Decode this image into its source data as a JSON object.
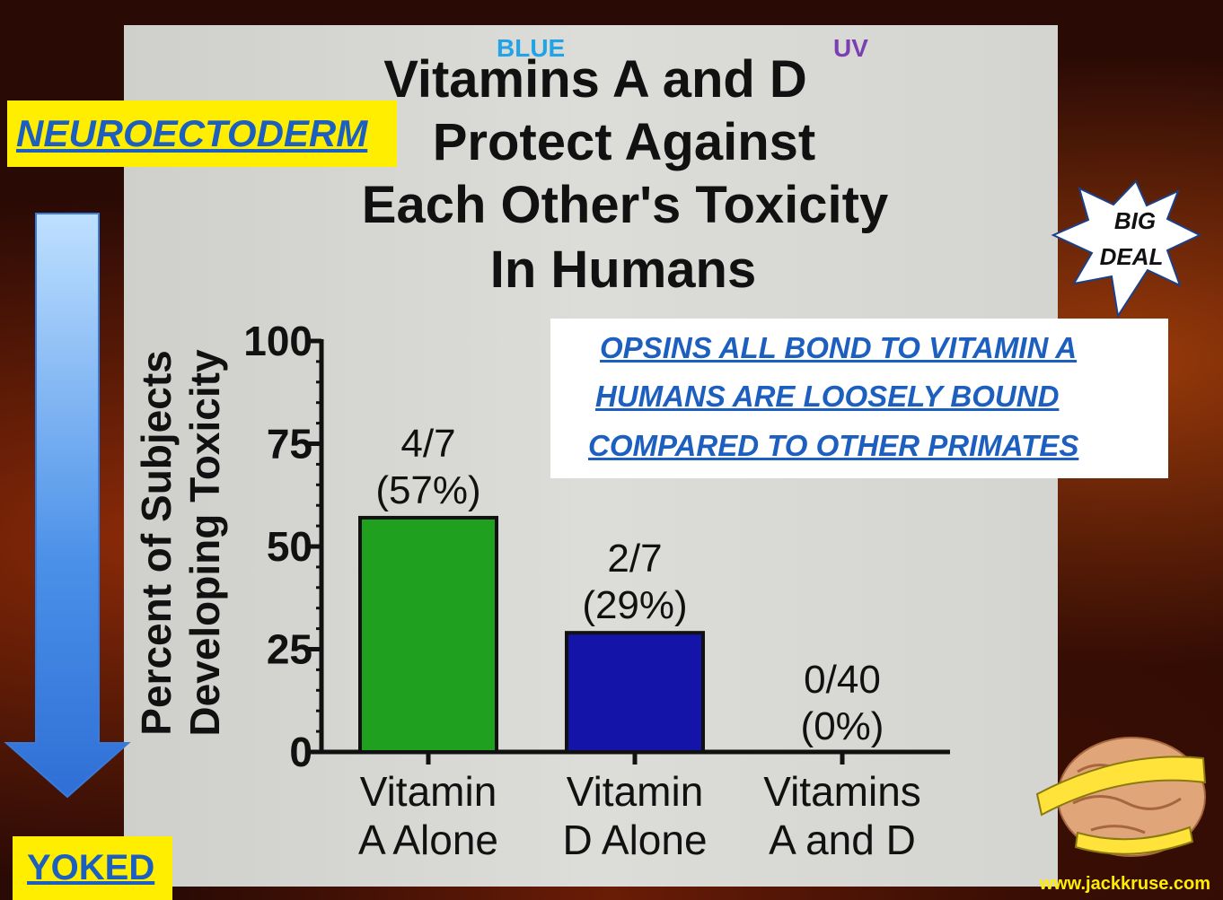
{
  "labels": {
    "neuroectoderm": "NEUROECTODERM",
    "yoked": "YOKED",
    "blue": "BLUE",
    "uv": "UV",
    "big": "BIG",
    "deal": "DEAL",
    "website": "www.jackkruse.com",
    "opsins": [
      "OPSINS ALL BOND TO VITAMIN A",
      "HUMANS ARE LOOSELY BOUND",
      "COMPARED TO OTHER PRIMATES"
    ]
  },
  "colors": {
    "highlight": "#ffee00",
    "text_blue": "#1c5fbf",
    "blue_note": "#21a4e6",
    "uv_note": "#7a3fb0",
    "bar_green": "#1fa01f",
    "bar_blue": "#1414a8"
  },
  "chart_data": {
    "type": "bar",
    "title": [
      "Vitamins A and D",
      "Protect Against",
      "Each Other's Toxicity",
      "In Humans"
    ],
    "ylabel": [
      "Percent of Subjects",
      "Developing Toxicity"
    ],
    "ylim": [
      0,
      100
    ],
    "yticks": [
      "0",
      "25",
      "50",
      "75",
      "100"
    ],
    "categories": [
      [
        "Vitamin",
        "A Alone"
      ],
      [
        "Vitamin",
        "D Alone"
      ],
      [
        "Vitamins",
        "A and D"
      ]
    ],
    "values": [
      57,
      29,
      0
    ],
    "data_labels": [
      [
        "4/7",
        "(57%)"
      ],
      [
        "2/7",
        "(29%)"
      ],
      [
        "0/40",
        "(0%)"
      ]
    ],
    "bar_colors": [
      "#1fa01f",
      "#1414a8",
      "#1414a8"
    ]
  }
}
